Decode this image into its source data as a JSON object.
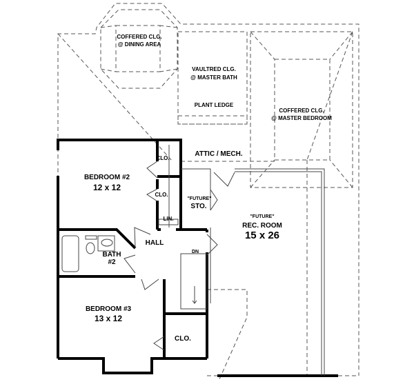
{
  "ceilings": {
    "dining": [
      "COFFERED CLG.",
      "@ DINING AREA"
    ],
    "master_bath": [
      "VAULTRED CLG.",
      "@ MASTER BATH"
    ],
    "plant_ledge": "PLANT LEDGE",
    "master_bedroom": [
      "COFFERED CLG.",
      "@ MASTER BEDROOM"
    ]
  },
  "rooms": {
    "attic": "ATTIC / MECH.",
    "bedroom2": {
      "name": "BEDROOM #2",
      "size": "12 x 12"
    },
    "closet_a": "CLO.",
    "closet_b": "CLO.",
    "linen": "LIN.",
    "storage": [
      "\"FUTURE\"",
      "STO."
    ],
    "rec_room": {
      "tag": "\"FUTURE\"",
      "name": "REC. ROOM",
      "size": "15 x 26"
    },
    "hall": "HALL",
    "stairs": "DN",
    "bath2": [
      "BATH",
      "#2"
    ],
    "bedroom3": {
      "name": "BEDROOM #3",
      "size": "13 x 12"
    },
    "closet_c": "CLO."
  }
}
